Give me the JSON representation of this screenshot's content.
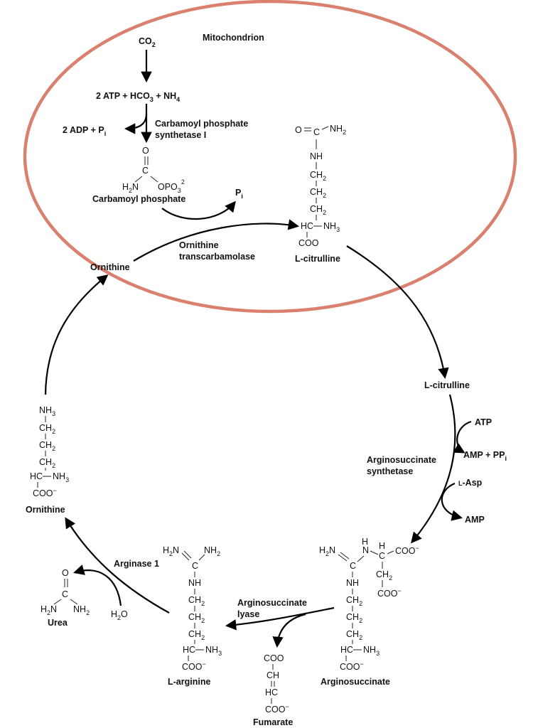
{
  "colors": {
    "membrane": "#d9806f",
    "ink": "#111111"
  },
  "labels": {
    "mitochondrion": "Mitochondrion",
    "co2": "CO",
    "sub2": "2",
    "step1_reactants": "2 ATP + HCO",
    "sub3": "3",
    "plus_nh": " + NH",
    "sub4": "4",
    "adp_pi": "2 ADP + P",
    "sub_i": "i",
    "cps_line1": "Carbamoyl phosphate",
    "cps_line2": "synthetase I",
    "carbamoyl_phosphate": "Carbamoyl phosphate",
    "pi_main": "P",
    "otc_line1": "Ornithine",
    "otc_line2": "transcarbamolase",
    "l_citrulline": "L-citrulline",
    "ornithine": "Ornithine",
    "atp": "ATP",
    "amp_ppi": "AMP + PP",
    "ass_line1": "Arginosuccinate",
    "ass_line2": "synthetase",
    "l_asp_small": "L",
    "l_asp_rest": "-Asp",
    "amp": "AMP",
    "argininosuccinate": "Arginosuccinate",
    "asl_line1": "Arginosuccinate",
    "asl_line2": "lyase",
    "fumarate": "Fumarate",
    "l_arginine": "L-arginine",
    "arginase": "Arginase 1",
    "urea": "Urea",
    "water_h": "H",
    "water_o": "O"
  },
  "atoms": {
    "o": "O",
    "c": "C",
    "n": "N",
    "nh": "NH",
    "h2n": "H",
    "h2n_n": "N",
    "nh2": "NH",
    "two": "2",
    "three": "3",
    "ch": "CH",
    "hc": "HC",
    "coo": "COO",
    "minus": "−",
    "opo": "OPO",
    "neg2": "2"
  }
}
